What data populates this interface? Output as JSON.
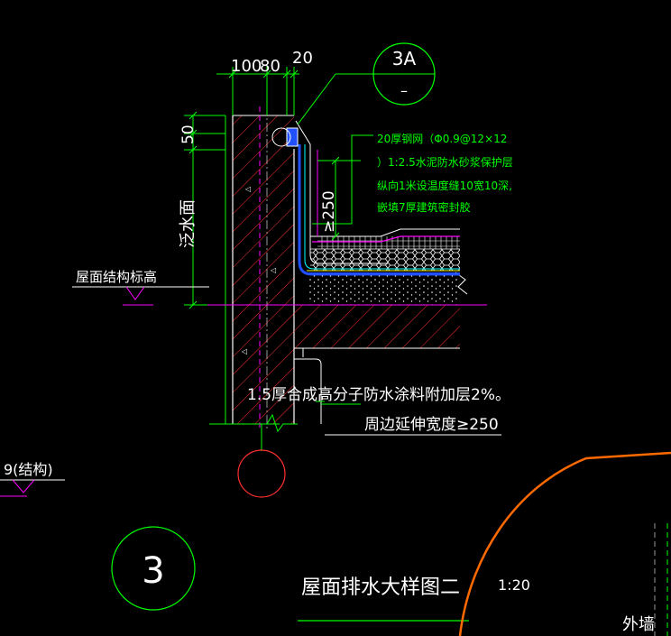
{
  "drawing": {
    "dims": {
      "d1": "100",
      "d2": "80",
      "d3": "20",
      "d4": "50",
      "d5": "≥250"
    },
    "labels": {
      "parapet": "泛水面",
      "roof_level": "屋面结构标高",
      "coating": "1.5厚合成高分子防水涂料附加层2%。",
      "extend": "周边延伸宽度≥250",
      "struct": "9(结构)",
      "wall": "外墙"
    },
    "note_lines": [
      "20厚钢网（Φ0.9@12×12",
      "）1:2.5水泥防水砂浆保护层",
      "纵向1米设温度缝10宽10深,",
      "嵌填7厚建筑密封胶"
    ],
    "callout": {
      "id": "3A",
      "sub": "–"
    },
    "detail": {
      "num": "3",
      "title": "屋面排水大样图二",
      "scale": "1:20"
    }
  },
  "colors": {
    "bg": "#000000",
    "green": "#00ff00",
    "white": "#ffffff",
    "red": "#ff4040",
    "magenta": "#ff00ff",
    "blue": "#2050ff",
    "cyan": "#00ffff",
    "yellow": "#ffff00",
    "orange": "#ff6a00"
  }
}
